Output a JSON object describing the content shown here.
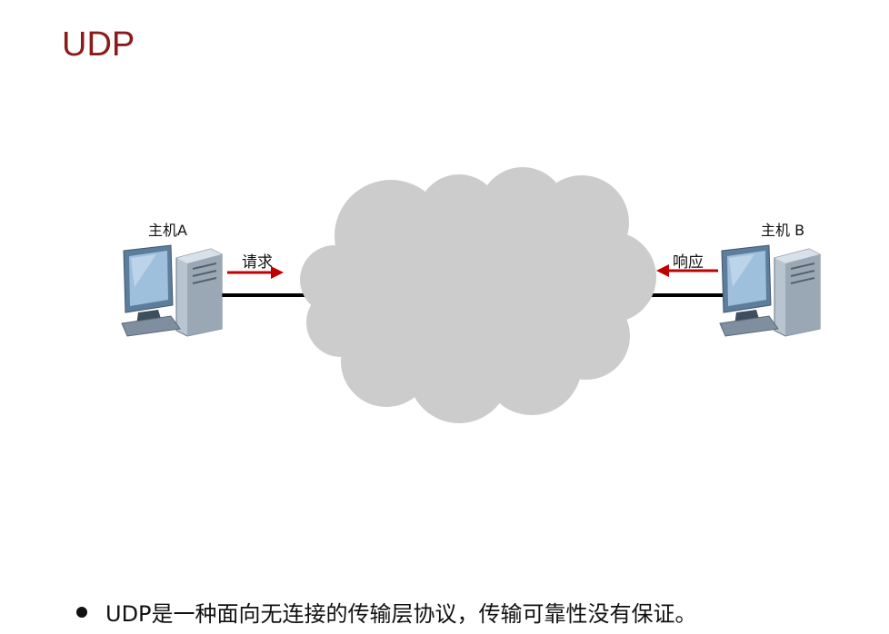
{
  "title": "UDP",
  "diagram": {
    "host_a_label": "主机A",
    "host_b_label": "主机 B",
    "request_label": "请求",
    "response_label": "响应",
    "arrow_color": "#c00000",
    "cloud_color": "#cccccc",
    "monitor_color": "#7fa3c6"
  },
  "bullet_text": "UDP是一种面向无连接的传输层协议，传输可靠性没有保证。"
}
